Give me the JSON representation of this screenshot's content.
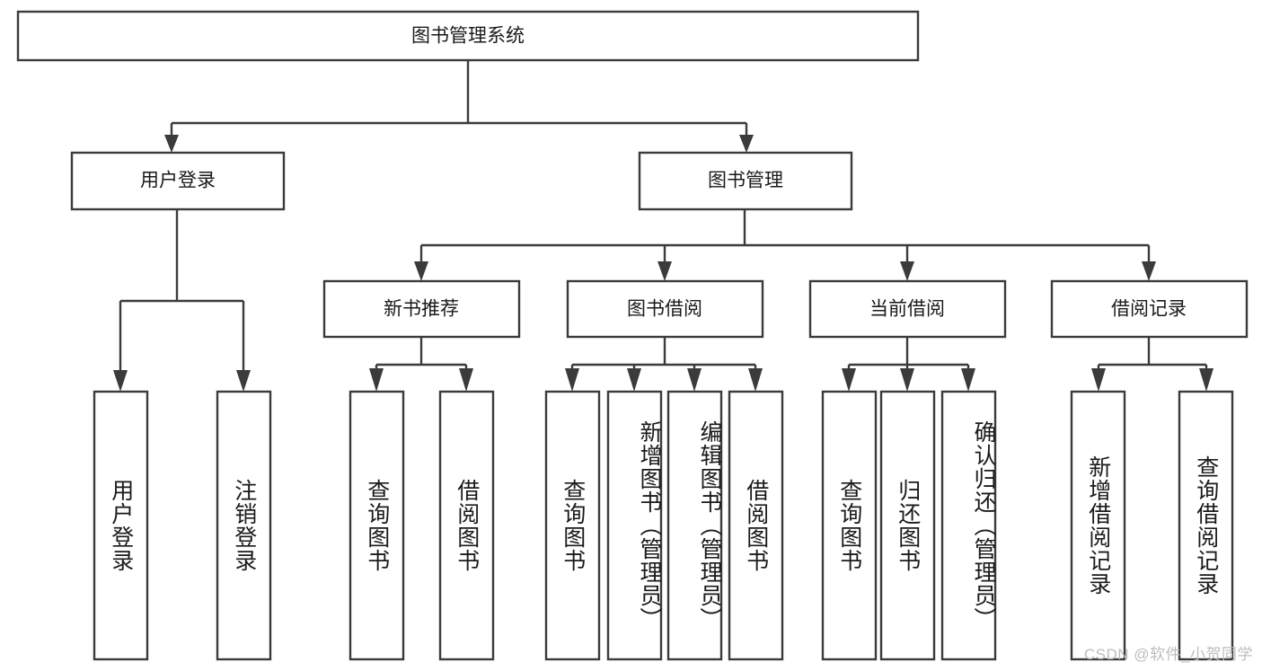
{
  "diagram": {
    "title": "图书管理系统",
    "type": "hierarchy-tree",
    "orientation": "top-down",
    "colors": {
      "node_fill": "#ffffff",
      "node_stroke": "#3b3b3b",
      "text": "#1a1a1a",
      "watermark": "#bdbdbd",
      "background": "#ffffff"
    },
    "root": {
      "label": "图书管理系统"
    },
    "level2": [
      {
        "label": "用户登录"
      },
      {
        "label": "图书管理"
      }
    ],
    "level3": [
      {
        "label": "新书推荐"
      },
      {
        "label": "图书借阅"
      },
      {
        "label": "当前借阅"
      },
      {
        "label": "借阅记录"
      }
    ],
    "leaves": {
      "user_login": [
        {
          "label": "用户登录"
        },
        {
          "label": "注销登录"
        }
      ],
      "new_book_recommend": [
        {
          "label": "查询图书"
        },
        {
          "label": "借阅图书"
        }
      ],
      "book_borrow": [
        {
          "label": "查询图书"
        },
        {
          "label": "新增图书（管理员）"
        },
        {
          "label": "编辑图书（管理员）"
        },
        {
          "label": "借阅图书"
        }
      ],
      "current_borrow": [
        {
          "label": "查询图书"
        },
        {
          "label": "归还图书"
        },
        {
          "label": "确认归还（管理员）"
        }
      ],
      "borrow_records": [
        {
          "label": "新增借阅记录"
        },
        {
          "label": "查询借阅记录"
        }
      ]
    }
  },
  "watermark": {
    "text": "CSDN @软件_小贺同学"
  }
}
